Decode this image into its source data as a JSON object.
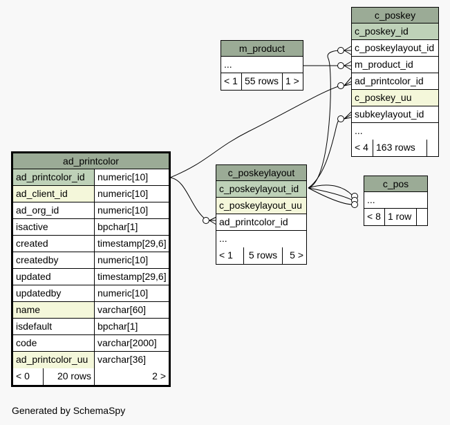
{
  "tables": {
    "ad_printcolor": {
      "name": "ad_printcolor",
      "columns": [
        {
          "name": "ad_printcolor_id",
          "type": "numeric[10]",
          "style": "pk"
        },
        {
          "name": "ad_client_id",
          "type": "numeric[10]",
          "style": "idx"
        },
        {
          "name": "ad_org_id",
          "type": "numeric[10]",
          "style": ""
        },
        {
          "name": "isactive",
          "type": "bpchar[1]",
          "style": ""
        },
        {
          "name": "created",
          "type": "timestamp[29,6]",
          "style": ""
        },
        {
          "name": "createdby",
          "type": "numeric[10]",
          "style": ""
        },
        {
          "name": "updated",
          "type": "timestamp[29,6]",
          "style": ""
        },
        {
          "name": "updatedby",
          "type": "numeric[10]",
          "style": ""
        },
        {
          "name": "name",
          "type": "varchar[60]",
          "style": "idx"
        },
        {
          "name": "isdefault",
          "type": "bpchar[1]",
          "style": ""
        },
        {
          "name": "code",
          "type": "varchar[2000]",
          "style": ""
        },
        {
          "name": "ad_printcolor_uu",
          "type": "varchar[36]",
          "style": "idx"
        }
      ],
      "footer": {
        "parents": "< 0",
        "rows": "20 rows",
        "children": "2 >"
      }
    },
    "m_product": {
      "name": "m_product",
      "columns": [
        {
          "name": "...",
          "style": ""
        }
      ],
      "footer": {
        "parents": "< 1",
        "rows": "55 rows",
        "children": "1 >"
      }
    },
    "c_poskey": {
      "name": "c_poskey",
      "columns": [
        {
          "name": "c_poskey_id",
          "style": "pk"
        },
        {
          "name": "c_poskeylayout_id",
          "style": ""
        },
        {
          "name": "m_product_id",
          "style": ""
        },
        {
          "name": "ad_printcolor_id",
          "style": ""
        },
        {
          "name": "c_poskey_uu",
          "style": "idx"
        },
        {
          "name": "subkeylayout_id",
          "style": ""
        },
        {
          "name": "...",
          "style": ""
        }
      ],
      "footer": {
        "parents": "< 4",
        "rows": "163 rows",
        "children": ""
      }
    },
    "c_poskeylayout": {
      "name": "c_poskeylayout",
      "columns": [
        {
          "name": "c_poskeylayout_id",
          "style": "pk"
        },
        {
          "name": "c_poskeylayout_uu",
          "style": "idx"
        },
        {
          "name": "ad_printcolor_id",
          "style": ""
        },
        {
          "name": "...",
          "style": ""
        }
      ],
      "footer": {
        "parents": "< 1",
        "rows": "5 rows",
        "children": "5 >"
      }
    },
    "c_pos": {
      "name": "c_pos",
      "columns": [
        {
          "name": "...",
          "style": ""
        }
      ],
      "footer": {
        "parents": "< 8",
        "rows": "1 row",
        "children": ""
      }
    }
  },
  "credit": "Generated by SchemaSpy"
}
